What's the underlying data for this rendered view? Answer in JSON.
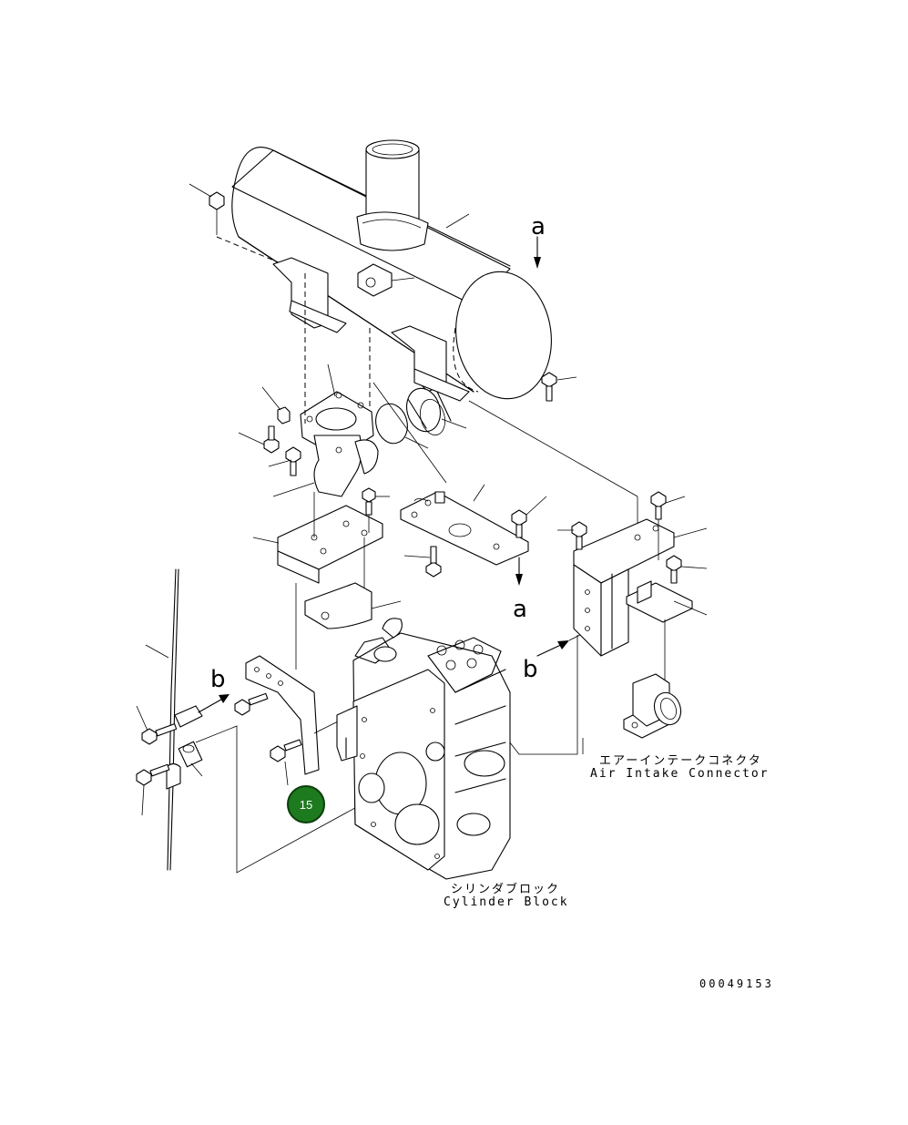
{
  "labels": {
    "air_intake_connector_jp": "エアーインテークコネクタ",
    "air_intake_connector_en": "Air Intake Connector",
    "cylinder_block_jp": "シリンダブロック",
    "cylinder_block_en": "Cylinder Block",
    "drawing_number": "00049153"
  },
  "view_markers": {
    "a_top": "a",
    "a_bottom": "a",
    "b_left": "b",
    "b_right": "b"
  },
  "callout": {
    "number": "15",
    "color": "#1e7a1e"
  }
}
